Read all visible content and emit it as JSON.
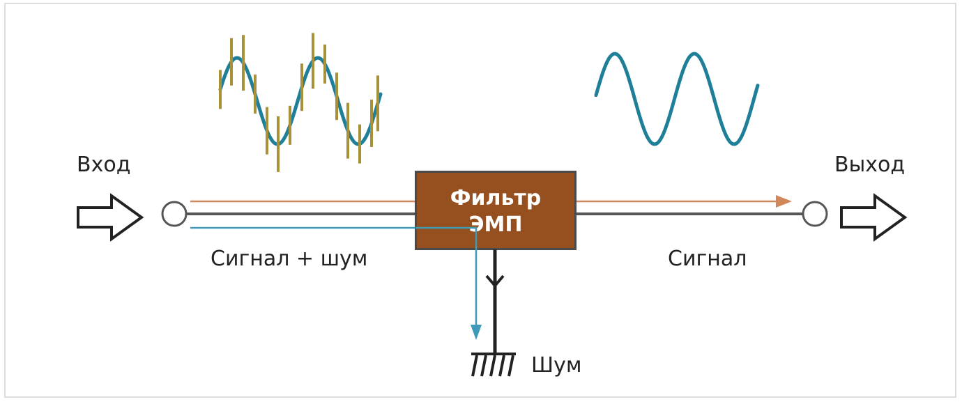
{
  "diagram": {
    "input_label": "Вход",
    "output_label": "Выход",
    "filter_line1": "Фильтр",
    "filter_line2": "ЭМП",
    "signal_noise_label": "Сигнал + шум",
    "signal_label": "Сигнал",
    "noise_label": "Шум"
  },
  "colors": {
    "filter_box": "#96501f",
    "noise_line": "#3e9ab8",
    "signal_line": "#d0875a",
    "wave": "#1f7f98",
    "noise_spikes": "#a8913a",
    "ground": "#222222",
    "wire": "#555555"
  },
  "icons": [
    "input-arrow-icon",
    "output-arrow-icon",
    "ground-icon",
    "terminal-icon"
  ]
}
